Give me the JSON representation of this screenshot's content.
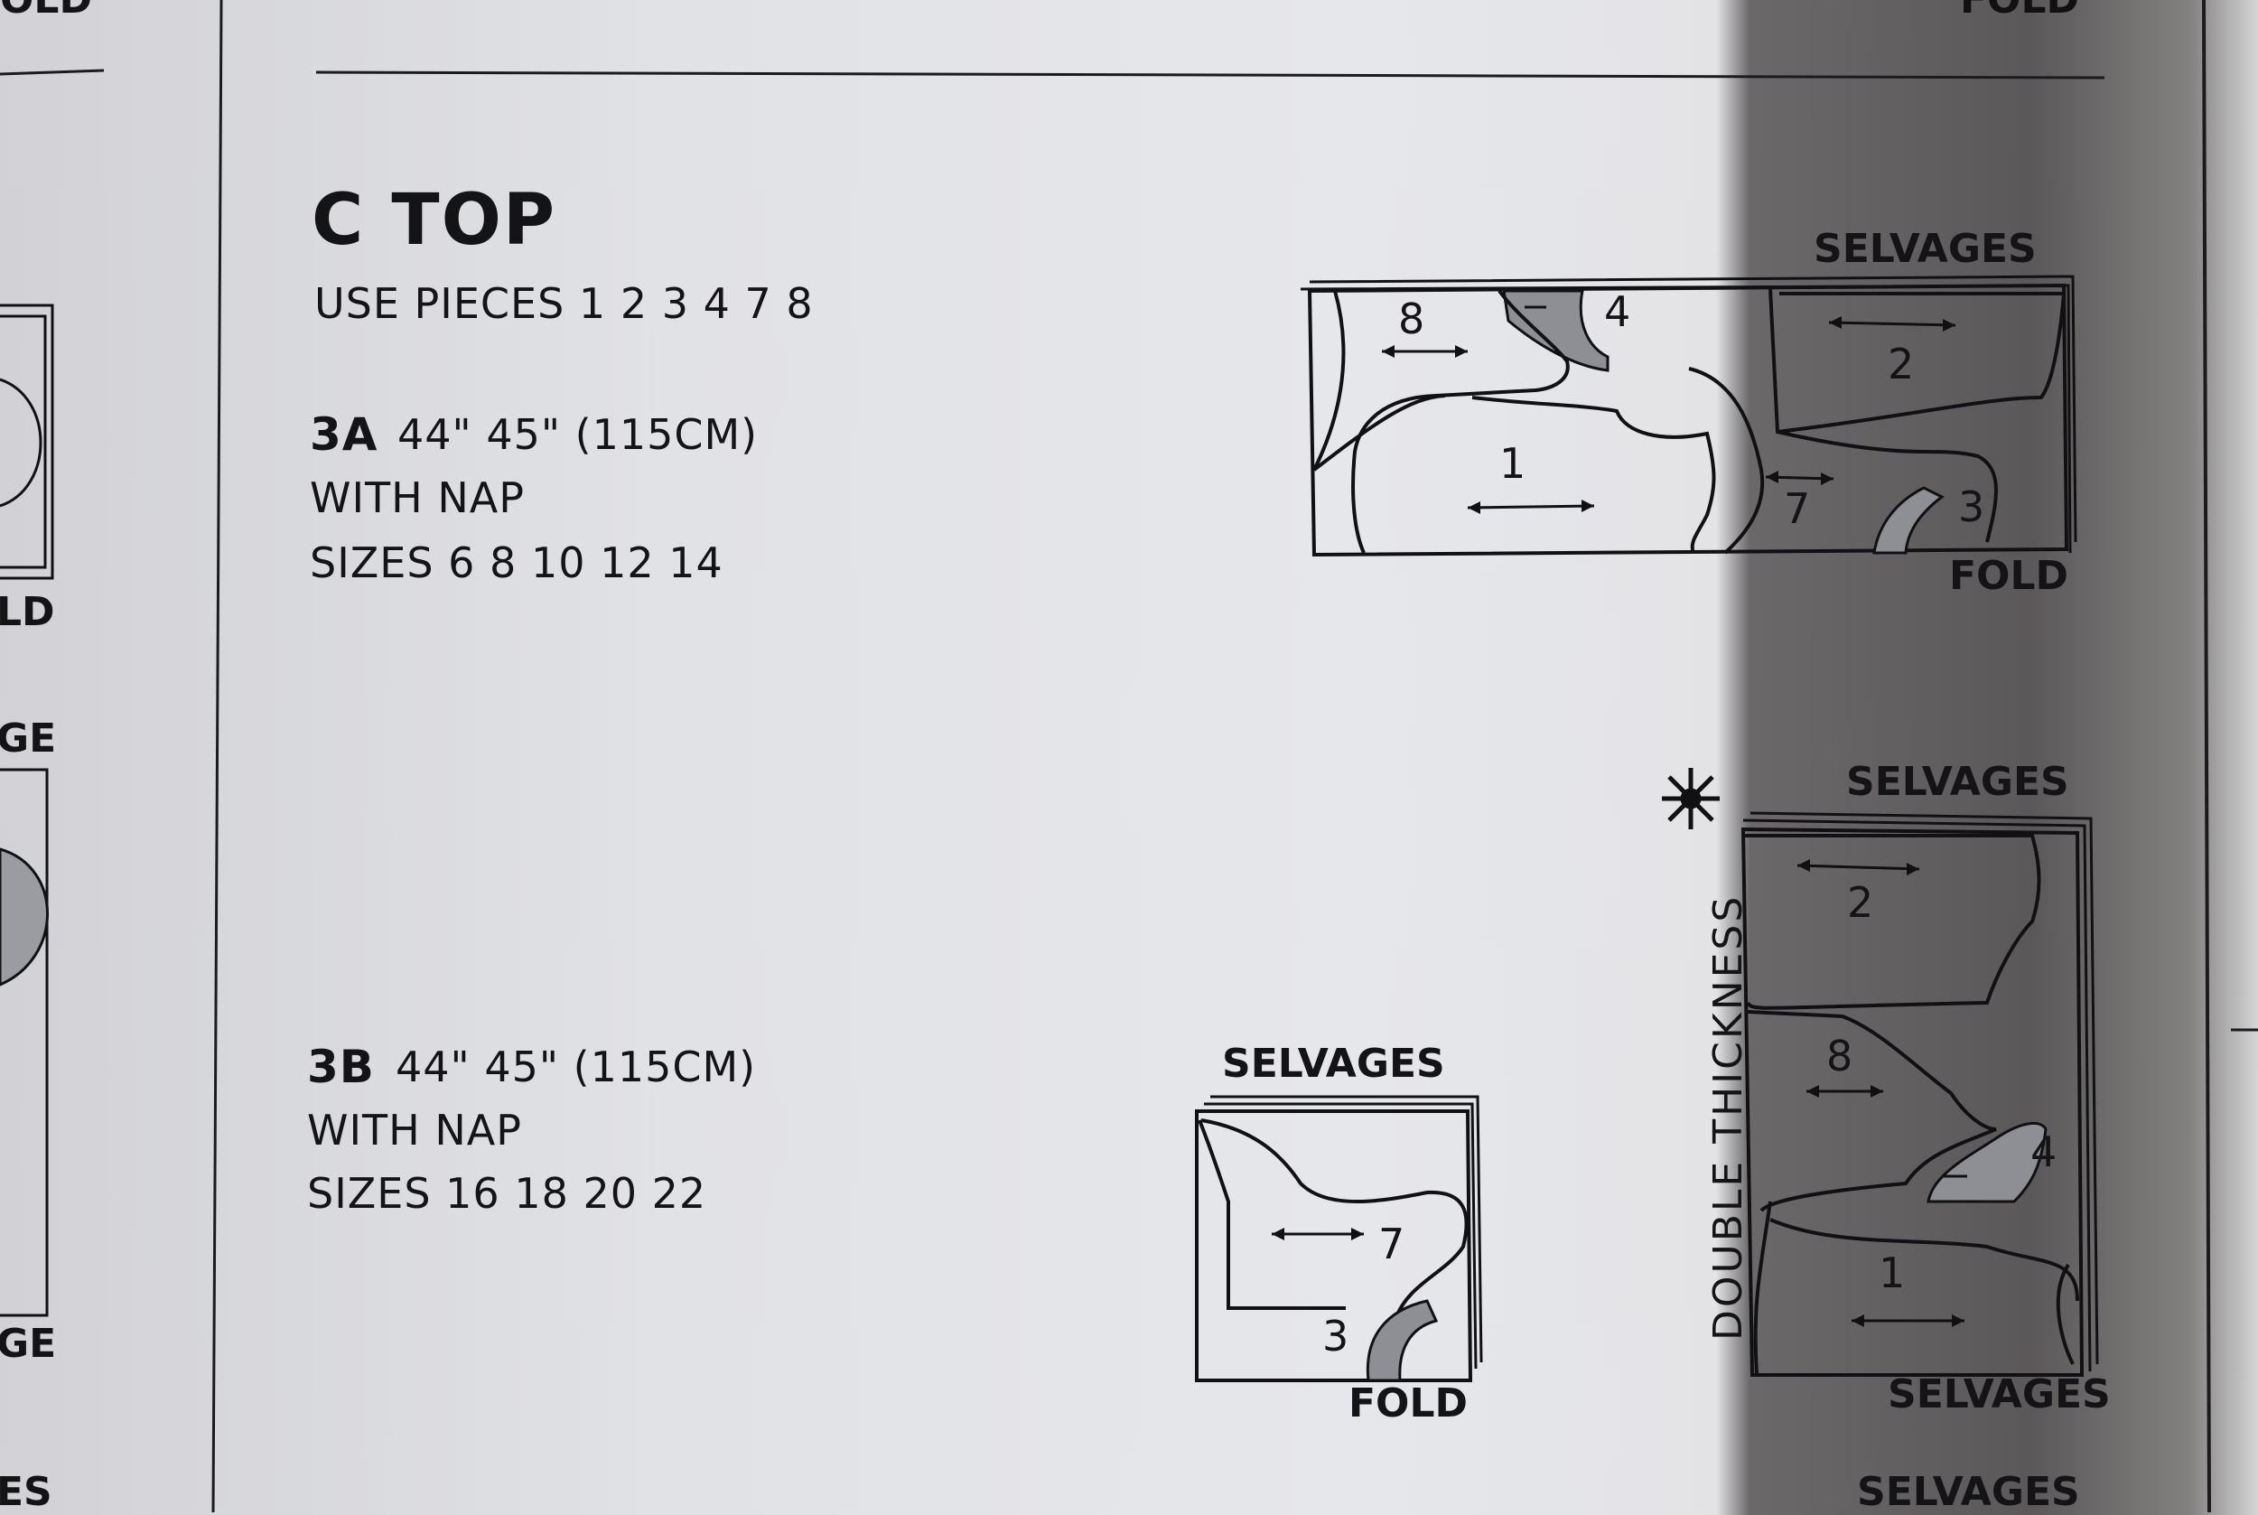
{
  "section_title": "C TOP",
  "use_pieces": "USE PIECES 1 2 3 4 7 8",
  "layout_3a": {
    "code": "3A",
    "width": "44\" 45\" (115CM)",
    "nap": "WITH NAP",
    "sizes": "SIZES 6 8 10 12 14"
  },
  "layout_3b": {
    "code": "3B",
    "width": "44\" 45\" (115CM)",
    "nap": "WITH NAP",
    "sizes": "SIZES 16 18 20 22"
  },
  "diagram_3a": {
    "top_label": "SELVAGES",
    "bottom_label": "FOLD",
    "pieces": [
      "8",
      "4",
      "2",
      "1",
      "7",
      "3"
    ]
  },
  "diagram_3b": {
    "top_label": "SELVAGES",
    "bottom_label": "FOLD",
    "pieces": [
      "7",
      "3"
    ]
  },
  "diagram_double": {
    "side_label": "DOUBLE THICKNESS",
    "top_label": "SELVAGES",
    "bottom_label": "SELVAGES",
    "next_label": "SELVAGES",
    "pieces": [
      "2",
      "8",
      "4",
      "1"
    ]
  },
  "left_strip_fragments": [
    "OLD",
    "LD",
    "GE",
    "GE",
    "ES"
  ],
  "right_strip_fragments": [
    "FOLD"
  ]
}
